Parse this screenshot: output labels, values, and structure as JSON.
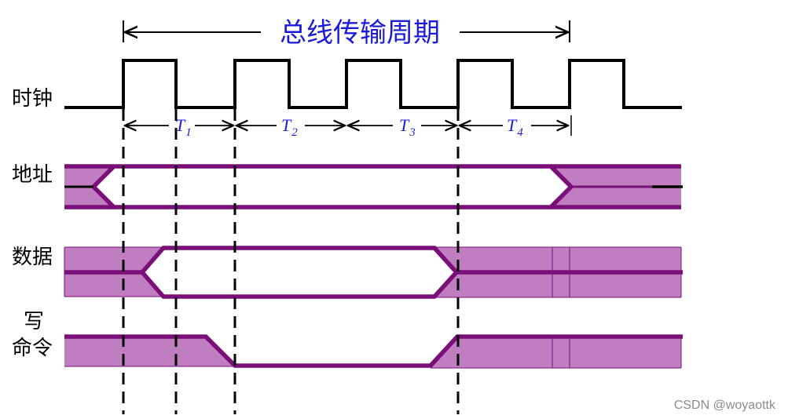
{
  "title": "总线传输周期",
  "signals": {
    "clock": "时钟",
    "address": "地址",
    "data": "数据",
    "write_line1": "写",
    "write_line2": "命令"
  },
  "periods": [
    {
      "label": "T",
      "sub": "1"
    },
    {
      "label": "T",
      "sub": "2"
    },
    {
      "label": "T",
      "sub": "3"
    },
    {
      "label": "T",
      "sub": "4"
    }
  ],
  "watermark": "CSDN @woyaottk",
  "colors": {
    "signal": "#7a0f7a",
    "fill": "#c07ec0",
    "title_blue": "#1a1ad8",
    "black": "#000000"
  }
}
